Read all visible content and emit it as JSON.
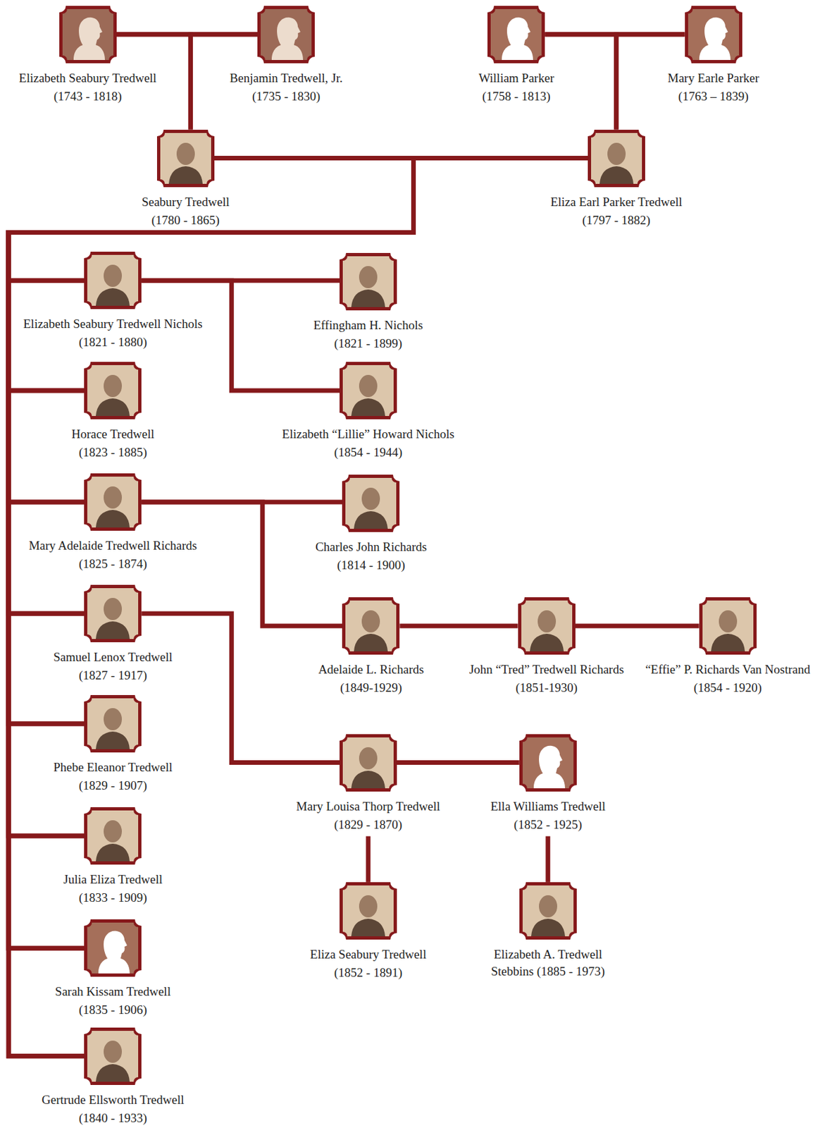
{
  "diagram": {
    "nodes": [
      {
        "text": [
          "Elizabeth Seabury Tredwell",
          "(1743 - 1818)"
        ]
      },
      {
        "text": [
          "Benjamin Tredwell, Jr.",
          "(1735 - 1830)"
        ]
      },
      {
        "text": [
          "William Parker",
          "(1758 - 1813)"
        ]
      },
      {
        "text": [
          "Mary Earle Parker",
          "(1763 – 1839)"
        ]
      },
      {
        "text": [
          "Seabury Tredwell",
          "(1780 - 1865)"
        ]
      },
      {
        "text": [
          "Eliza Earl Parker Tredwell",
          "(1797 - 1882)"
        ]
      },
      {
        "text": [
          "Elizabeth Seabury Tredwell Nichols",
          "(1821 - 1880)"
        ]
      },
      {
        "text": [
          "Effingham H. Nichols",
          "(1821 - 1899)"
        ]
      },
      {
        "text": [
          "Horace Tredwell",
          "(1823 - 1885)"
        ]
      },
      {
        "text": [
          "Elizabeth “Lillie” Howard Nichols",
          "(1854 - 1944)"
        ]
      },
      {
        "text": [
          "Mary Adelaide Tredwell Richards",
          "(1825 - 1874)"
        ]
      },
      {
        "text": [
          "Charles John Richards",
          "(1814 - 1900)"
        ]
      },
      {
        "text": [
          "Samuel Lenox Tredwell",
          "(1827 - 1917)"
        ]
      },
      {
        "text": [
          "Adelaide L. Richards",
          "(1849-1929)"
        ]
      },
      {
        "text": [
          "John “Tred” Tredwell Richards",
          "(1851-1930)"
        ]
      },
      {
        "text": [
          "“Effie” P. Richards Van Nostrand",
          "(1854 - 1920)"
        ]
      },
      {
        "text": [
          "Phebe Eleanor Tredwell",
          "(1829 - 1907)"
        ]
      },
      {
        "text": [
          "Mary Louisa Thorp Tredwell",
          "(1829 - 1870)"
        ]
      },
      {
        "text": [
          "Ella Williams Tredwell",
          "(1852 - 1925)"
        ]
      },
      {
        "text": [
          "Julia Eliza Tredwell",
          "(1833 - 1909)"
        ]
      },
      {
        "text": [
          "Eliza Seabury Tredwell",
          "(1852 - 1891)"
        ]
      },
      {
        "text": [
          "Elizabeth A. Tredwell Stebbins (1885 - 1973)"
        ]
      },
      {
        "text": [
          "Sarah Kissam Tredwell",
          "(1835 - 1906)"
        ]
      },
      {
        "text": [
          "Gertrude Ellsworth Tredwell",
          "(1840 - 1933)"
        ]
      }
    ],
    "edges": [
      {
        "from": 0,
        "to": 1,
        "arrow": "none"
      },
      {
        "from": 0,
        "to": 4,
        "arrow": "none"
      },
      {
        "from": 1,
        "to": 4,
        "arrow": "none"
      },
      {
        "from": 2,
        "to": 3,
        "arrow": "none"
      },
      {
        "from": 2,
        "to": 5,
        "arrow": "none"
      },
      {
        "from": 3,
        "to": 5,
        "arrow": "none"
      },
      {
        "from": 4,
        "to": 5,
        "arrow": "none"
      },
      {
        "from": 4,
        "to": 6,
        "arrow": "none"
      },
      {
        "from": 5,
        "to": 6,
        "arrow": "none"
      },
      {
        "from": 4,
        "to": 8,
        "arrow": "none"
      },
      {
        "from": 5,
        "to": 8,
        "arrow": "none"
      },
      {
        "from": 4,
        "to": 10,
        "arrow": "none"
      },
      {
        "from": 5,
        "to": 10,
        "arrow": "none"
      },
      {
        "from": 4,
        "to": 12,
        "arrow": "none"
      },
      {
        "from": 5,
        "to": 12,
        "arrow": "none"
      },
      {
        "from": 4,
        "to": 16,
        "arrow": "none"
      },
      {
        "from": 5,
        "to": 16,
        "arrow": "none"
      },
      {
        "from": 4,
        "to": 19,
        "arrow": "none"
      },
      {
        "from": 5,
        "to": 19,
        "arrow": "none"
      },
      {
        "from": 4,
        "to": 22,
        "arrow": "none"
      },
      {
        "from": 5,
        "to": 22,
        "arrow": "none"
      },
      {
        "from": 4,
        "to": 23,
        "arrow": "none"
      },
      {
        "from": 5,
        "to": 23,
        "arrow": "none"
      },
      {
        "from": 6,
        "to": 7,
        "arrow": "none"
      },
      {
        "from": 6,
        "to": 9,
        "arrow": "none"
      },
      {
        "from": 10,
        "to": 11,
        "arrow": "none"
      },
      {
        "from": 10,
        "to": 13,
        "arrow": "none"
      },
      {
        "from": 13,
        "to": 14,
        "arrow": "none"
      },
      {
        "from": 14,
        "to": 15,
        "arrow": "none"
      },
      {
        "from": 12,
        "to": 17,
        "arrow": "none"
      },
      {
        "from": 17,
        "to": 18,
        "arrow": "none"
      },
      {
        "from": 17,
        "to": 20,
        "arrow": "none"
      },
      {
        "from": 18,
        "to": 21,
        "arrow": "none"
      }
    ]
  }
}
